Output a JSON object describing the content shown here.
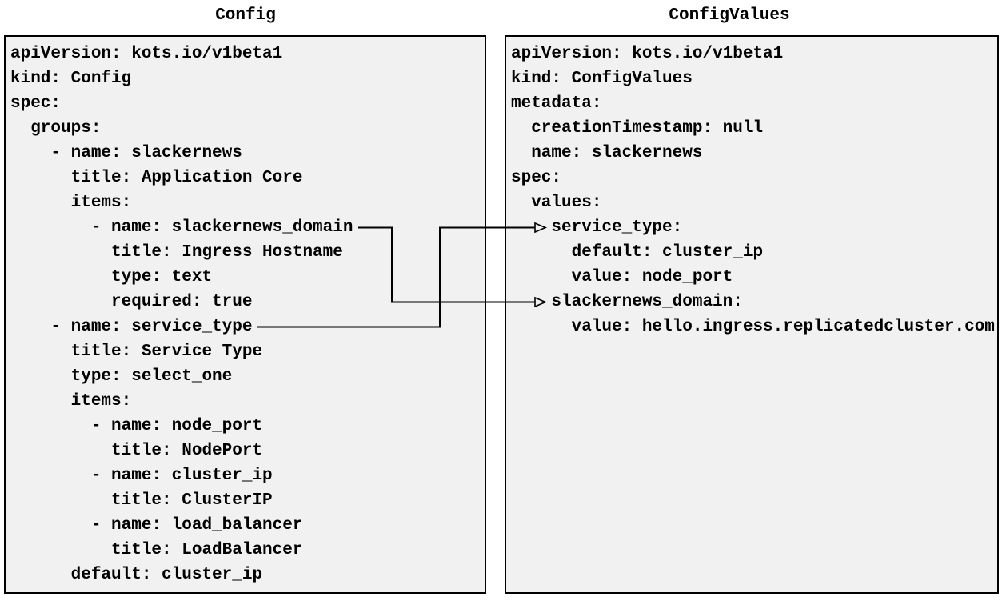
{
  "diagram": {
    "left_panel": {
      "title": "Config",
      "yaml_lines": [
        "apiVersion: kots.io/v1beta1",
        "kind: Config",
        "spec:",
        "  groups:",
        "    - name: slackernews",
        "      title: Application Core",
        "      items:",
        "        - name: slackernews_domain",
        "          title: Ingress Hostname",
        "          type: text",
        "          required: true",
        "    - name: service_type",
        "      title: Service Type",
        "      type: select_one",
        "      items:",
        "        - name: node_port",
        "          title: NodePort",
        "        - name: cluster_ip",
        "          title: ClusterIP",
        "        - name: load_balancer",
        "          title: LoadBalancer",
        "      default: cluster_ip"
      ]
    },
    "right_panel": {
      "title": "ConfigValues",
      "yaml_lines": [
        "apiVersion: kots.io/v1beta1",
        "kind: ConfigValues",
        "metadata:",
        "  creationTimestamp: null",
        "  name: slackernews",
        "spec:",
        "  values:",
        "    service_type:",
        "      default: cluster_ip",
        "      value: node_port",
        "    slackernews_domain:",
        "      value: hello.ingress.replicatedcluster.com"
      ]
    },
    "connections": [
      {
        "from": "Config item name: slackernews_domain",
        "to": "ConfigValues value key: slackernews_domain"
      },
      {
        "from": "Config item name: service_type",
        "to": "ConfigValues value key: service_type"
      }
    ],
    "colors": {
      "page_bg": "#ffffff",
      "panel_bg": "#f1f1f1",
      "border": "#000000",
      "text": "#000000",
      "arrow": "#000000"
    }
  }
}
